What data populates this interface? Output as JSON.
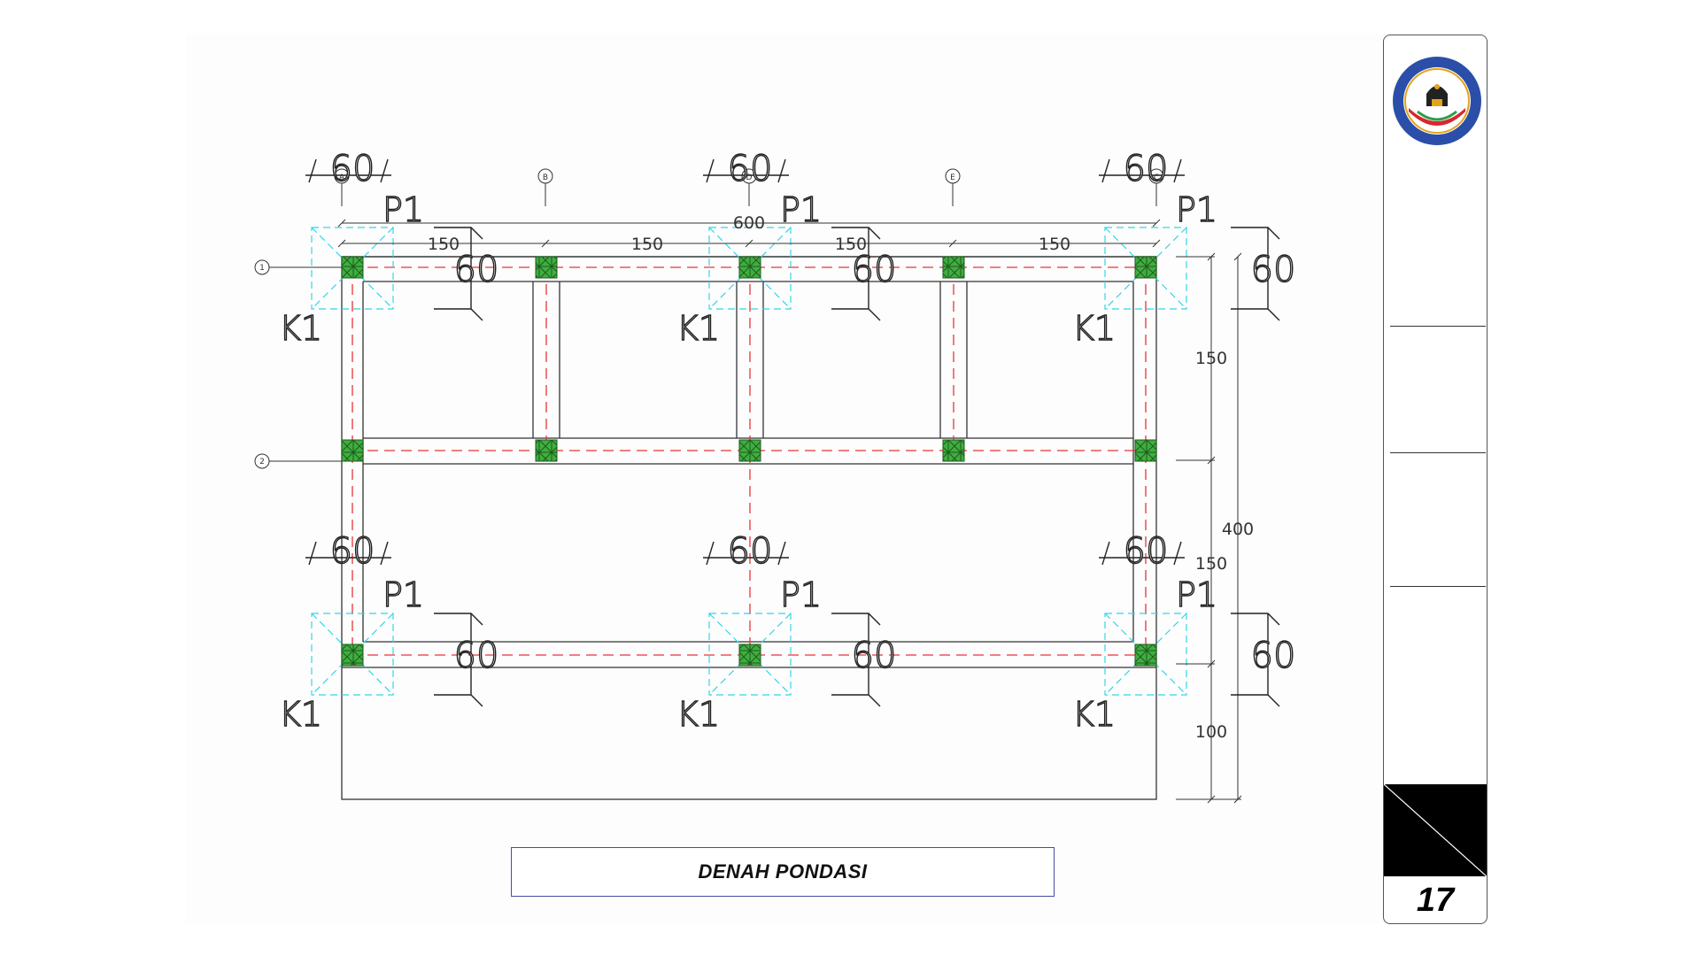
{
  "drawing": {
    "title": "DENAH PONDASI",
    "sheet_number": "17",
    "grid_labels": {
      "columns": [
        "A",
        "B",
        "D",
        "E",
        "C"
      ],
      "rows": [
        "1",
        "2"
      ]
    },
    "dimensions": {
      "total_width": "600",
      "bays": [
        "150",
        "150",
        "150",
        "150"
      ],
      "total_height": "400",
      "vertical": [
        "150",
        "150",
        "100"
      ],
      "footing_size": "60"
    },
    "labels": {
      "footing": "P1",
      "column": "K1"
    },
    "colors": {
      "beam_axis": "#e8343a",
      "footing_outline": "#33d6e6",
      "column_fill": "#3fae3f",
      "lines": "#333333"
    }
  },
  "title_block": {
    "logo": "university-seal-icon"
  }
}
